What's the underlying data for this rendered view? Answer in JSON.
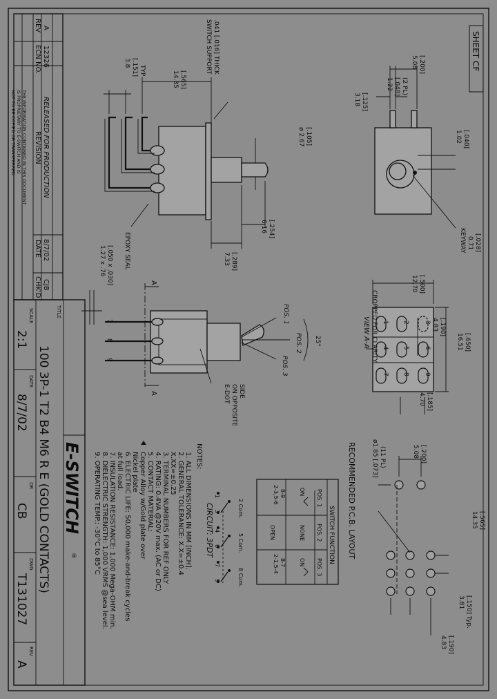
{
  "colors": {
    "paper": "#8d8d8d",
    "ink": "#0c0c0c",
    "part_fill": "#a3a3a3"
  },
  "sheet_label": "SHEET  CF",
  "revision_block": {
    "header": [
      "REV",
      "ECN NO.",
      "REVISION",
      "DATE",
      "CHK'D"
    ],
    "row": [
      "A",
      "12326",
      "RELEASED FOR PRODUCTION",
      "8/7/02",
      "CJB"
    ],
    "proprietary_notice": [
      "THE INFORMATION CONTAINED IN THIS DOCUMENT",
      "IS PROPRIETARY TO E-SWITCH AND IS",
      "NOT TO BE COPIED OR TRANSFERRED"
    ]
  },
  "title_block": {
    "title_label": "TITLE",
    "title": "100 3P-1 T2 B4 M6 R E (GOLD CONTACTS)",
    "scale_label": "SCALE",
    "scale": "2:1",
    "date_label": "DATE",
    "date": "8/7/02",
    "dr_label": "DR",
    "drawn_by": "CB",
    "dwg_label": "DWG",
    "drawing_number": "T131027",
    "rev_label": "REV",
    "rev": "A",
    "logo_text": "E-SWITCH",
    "logo_mark": "®"
  },
  "side_view": {
    "support_label": [
      "SWITCH SUPPORT",
      ".041 [.016] THICK"
    ],
    "dim_height": [
      "14.35",
      "[.565]"
    ],
    "dim_terminal": [
      "3.8",
      "[.151]",
      "TYP"
    ],
    "dim_dia": [
      "ø 2.67",
      "[.105]"
    ],
    "dim_bushing": [
      "6.16",
      "[.254]"
    ],
    "dim_base": [
      "7.33",
      "[.289]"
    ],
    "epoxy_label": "EPOXY SEAL",
    "dim_terminal_size": [
      "1.27 x .76",
      "[.050 x .030]"
    ]
  },
  "end_view": {
    "dim_total": [
      "5.08",
      "[.200]"
    ],
    "dim_gap": [
      "1.22",
      "[.048]",
      "(2 PL)"
    ],
    "dim_tab": [
      "3.18",
      "[.125]"
    ],
    "dim_keyway_w": [
      "1.02",
      "[.040]"
    ],
    "keyway_label": [
      "KEYWAY",
      "0.71",
      "[.028]"
    ]
  },
  "bottom_view": {
    "dim_width": [
      "12.70",
      "[.500]"
    ],
    "dim_len": [
      "16.51",
      "[.650]"
    ],
    "dim_mid": [
      "4.83",
      "[.190]"
    ],
    "dim_low": [
      "4.70",
      "[.185]"
    ],
    "view_label": [
      "VIEW A-A",
      "CROPPED FOR CLARITY"
    ],
    "pads": [
      "1",
      "2",
      "3",
      "4",
      "5",
      "6",
      "7",
      "8",
      "9"
    ]
  },
  "front_view": {
    "section_a": "A",
    "pos1": "POS. 1",
    "pos2": "POS. 2",
    "pos3": "POS. 3",
    "angle": "25°",
    "terminals": [
      "7",
      "8",
      "9"
    ],
    "edge_label": [
      "E-DOT",
      "ON OPPOSITE",
      "SIDE"
    ]
  },
  "pcb_layout": {
    "title": "RECOMMENDED P.C.B. LAYOUT",
    "dim_hole": [
      "ø1.85 [.073]",
      "(11 PL)"
    ],
    "dim_pitch": [
      "5.08",
      "[.200]"
    ],
    "dim_span": [
      "14.35",
      "[.565]"
    ],
    "dim_row": [
      "3.81",
      "[.150] Typ."
    ],
    "dim_row2": [
      "4.83",
      "[.190]"
    ]
  },
  "switch_function": {
    "title": "SWITCH FUNCTION",
    "headers": [
      "POS. 1",
      "POS. 2",
      "POS. 3"
    ],
    "conn": [
      "2-3,5-6",
      "8-9",
      "NONE",
      "OPEN",
      "2-1,5-4",
      "8-7"
    ],
    "on": "ON"
  },
  "circuit": {
    "title": "CIRCUIT: 3PDT",
    "com_labels": [
      "2 Com.",
      "5 Com.",
      "8 Com."
    ],
    "pins": [
      "1",
      "3",
      "4",
      "6",
      "7",
      "9"
    ]
  },
  "notes": {
    "title": "NOTES:",
    "items": [
      "1. ALL DIMENSIONS IN MM [INCH].",
      "2. GENERAL TOLERANCE: X.X=±0.4",
      "   X.XX=±0.25",
      "3. TERMINAL NUMBERS FOR REF ONLY",
      "4. RATING: 0.4VA @20V max. (AC or DC)",
      "5. CONTACT MATERIAL:",
      "   Copper Alloy w/Gold plate over",
      "   Nickel plate",
      "6. ELECTRIC LIFE: 50,000 make-and-break cycles",
      "   at full load.",
      "7. INSULATION RESISTANCE: 1,000 Mega-OHM min.",
      "8. DIELECTRIC STRENGTH: 1,000 VRMS @sea level.",
      "9. OPERATING TEMP.: -30°C to 85°C"
    ]
  }
}
